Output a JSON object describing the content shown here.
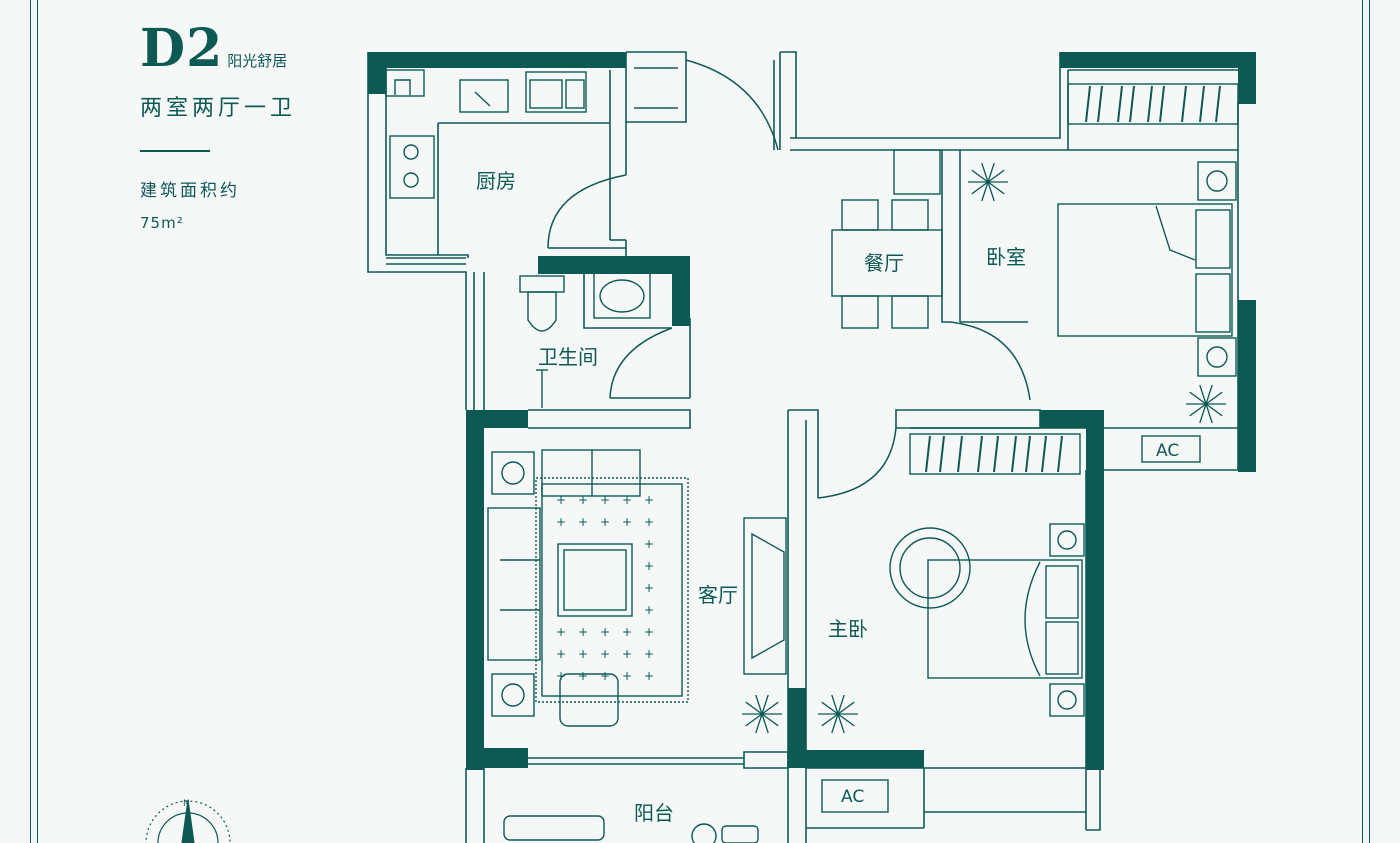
{
  "unit": {
    "code": "D2",
    "subtitle": "阳光舒居",
    "layout": "两室两厅一卫",
    "area_label": "建筑面积约",
    "area_value": "75m²"
  },
  "rooms": {
    "kitchen": "厨房",
    "dining": "餐厅",
    "bedroom": "卧室",
    "bathroom": "卫生间",
    "living": "客厅",
    "master_bedroom": "主卧",
    "balcony": "阳台"
  },
  "ac_labels": [
    "AC",
    "AC"
  ],
  "compass_label": "N",
  "colors": {
    "wall": "#0d5a55",
    "line": "#0d5a55",
    "background": "#f6f8f8"
  }
}
